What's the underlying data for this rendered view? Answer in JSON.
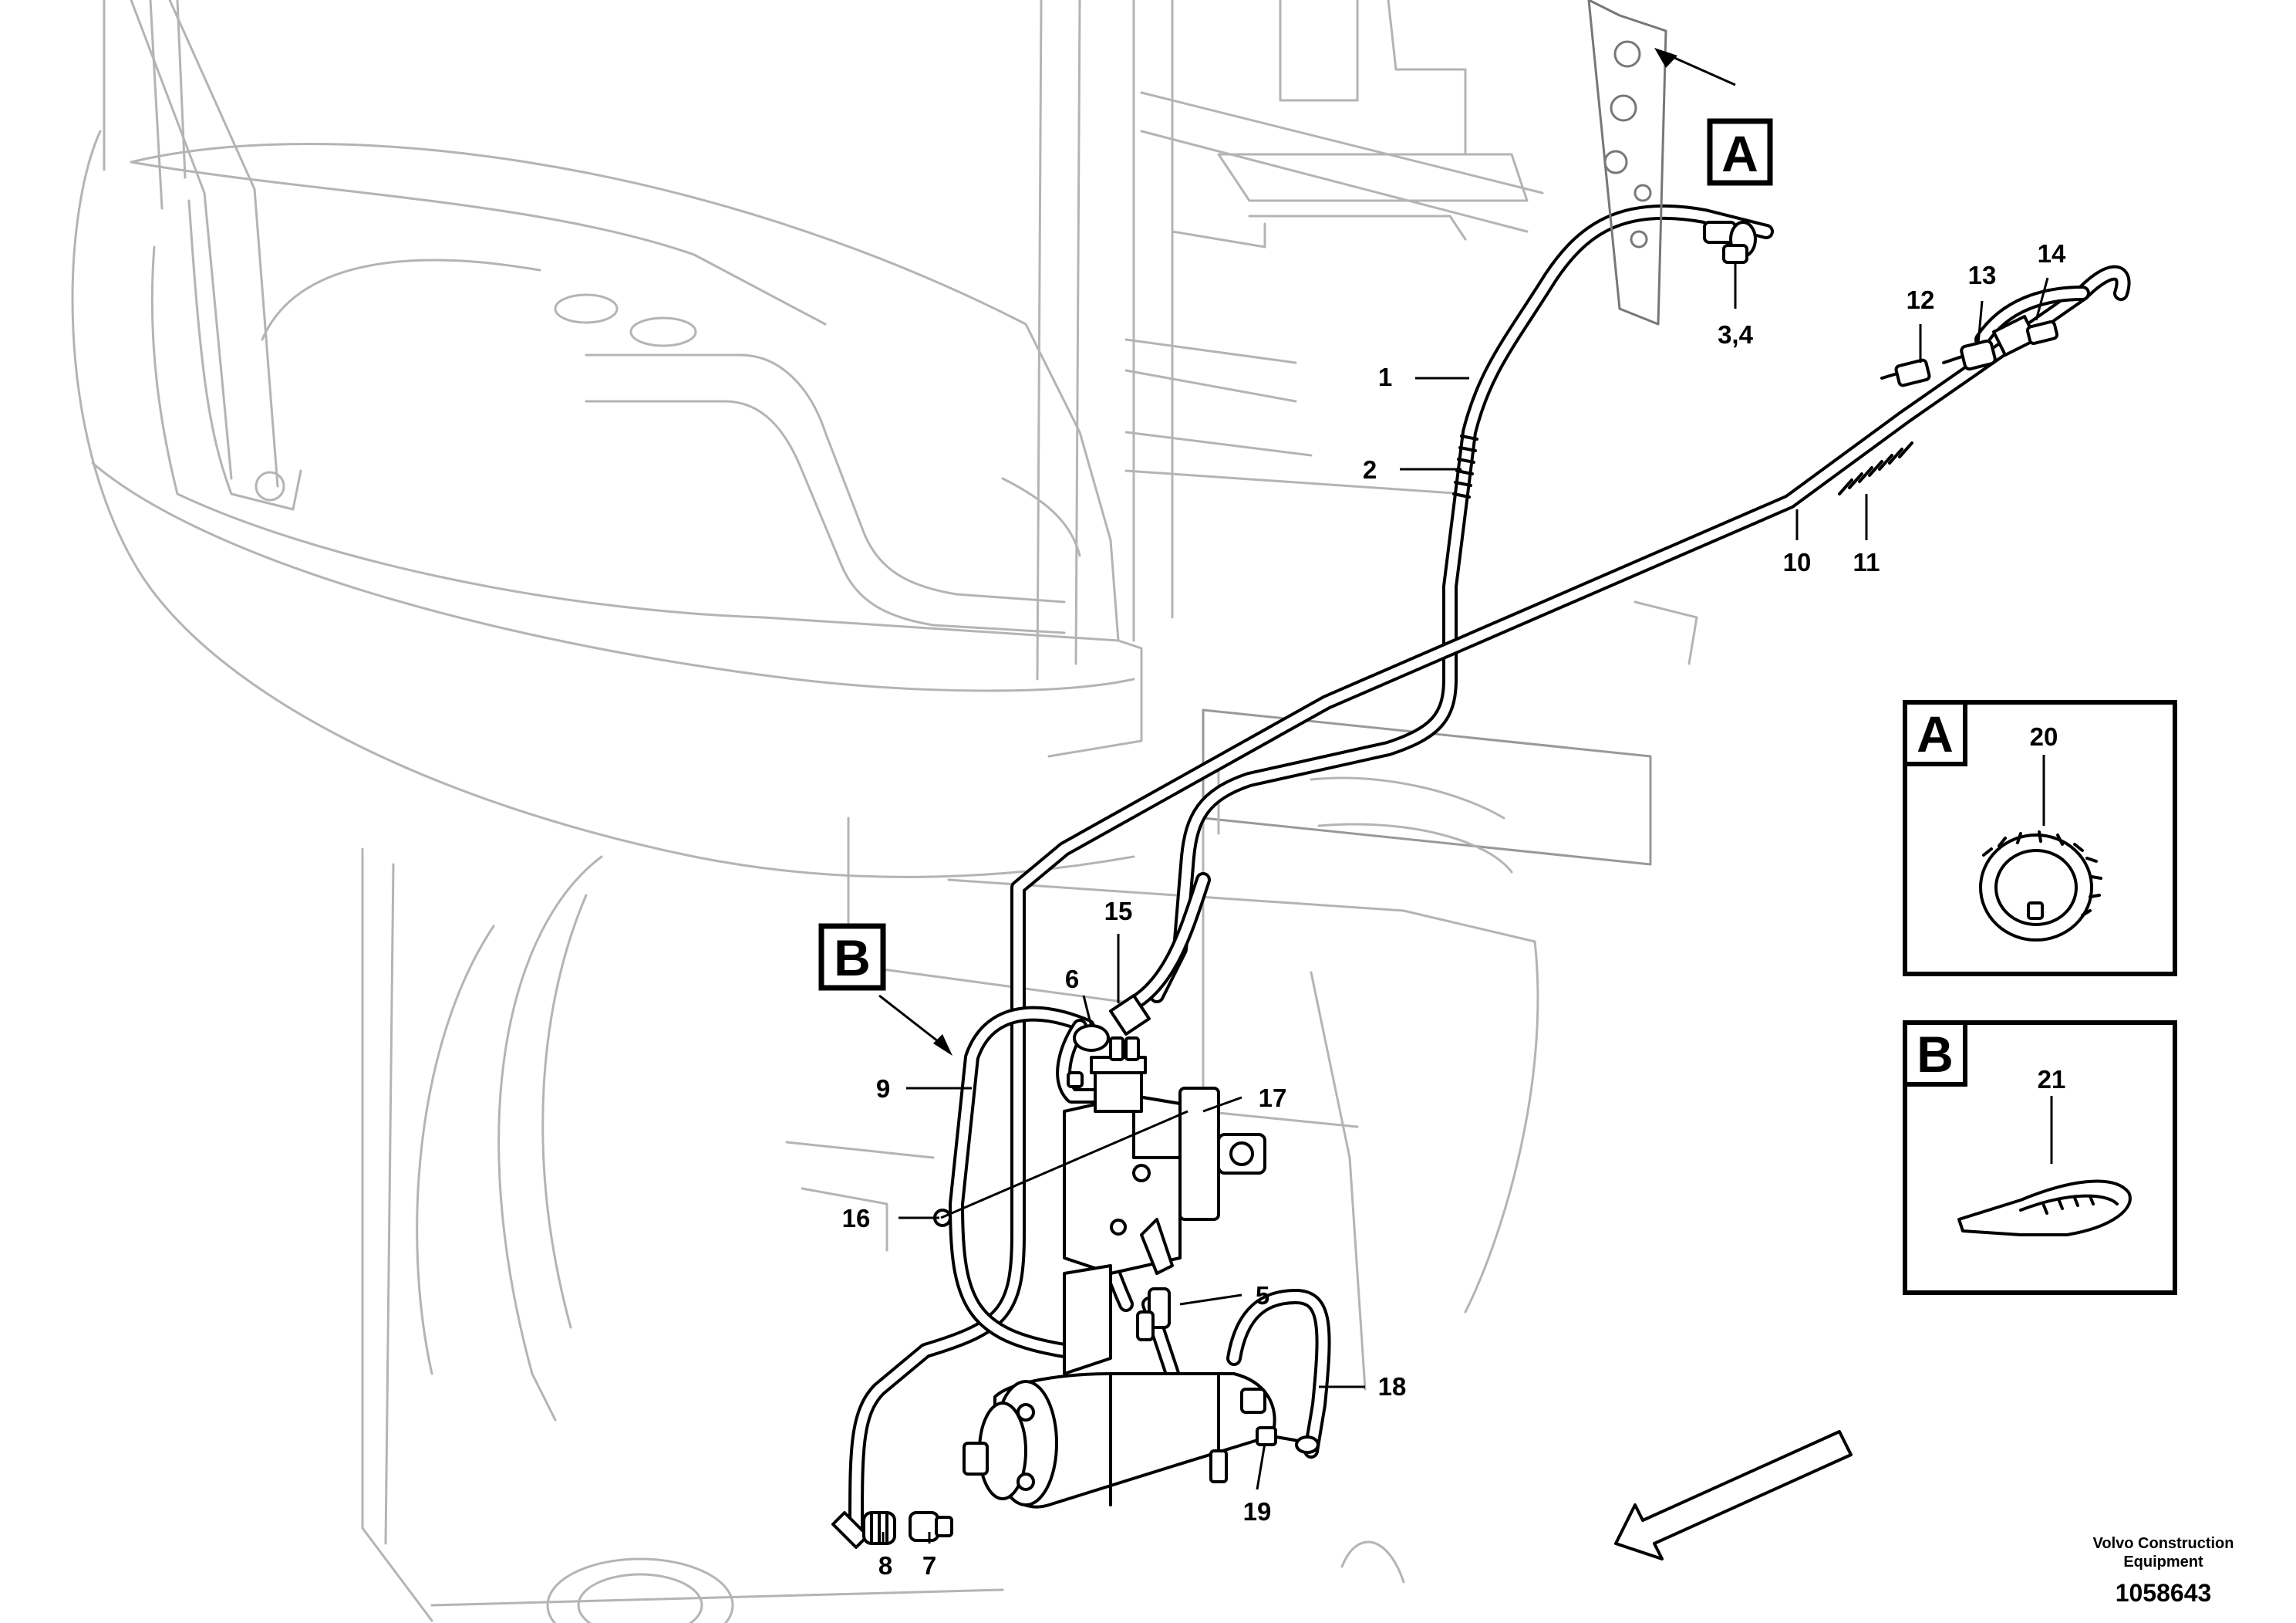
{
  "labels": {
    "l1": "1",
    "l2": "2",
    "l34": "3,4",
    "l5": "5",
    "l6": "6",
    "l7": "7",
    "l8": "8",
    "l9": "9",
    "l10": "10",
    "l11": "11",
    "l12": "12",
    "l13": "13",
    "l14": "14",
    "l15": "15",
    "l16": "16",
    "l17": "17",
    "l18": "18",
    "l19": "19",
    "l20": "20",
    "l21": "21"
  },
  "boxes": {
    "a": "A",
    "b": "B"
  },
  "credit": {
    "line1": "Volvo Construction",
    "line2": "Equipment"
  },
  "doc_number": "1058643"
}
